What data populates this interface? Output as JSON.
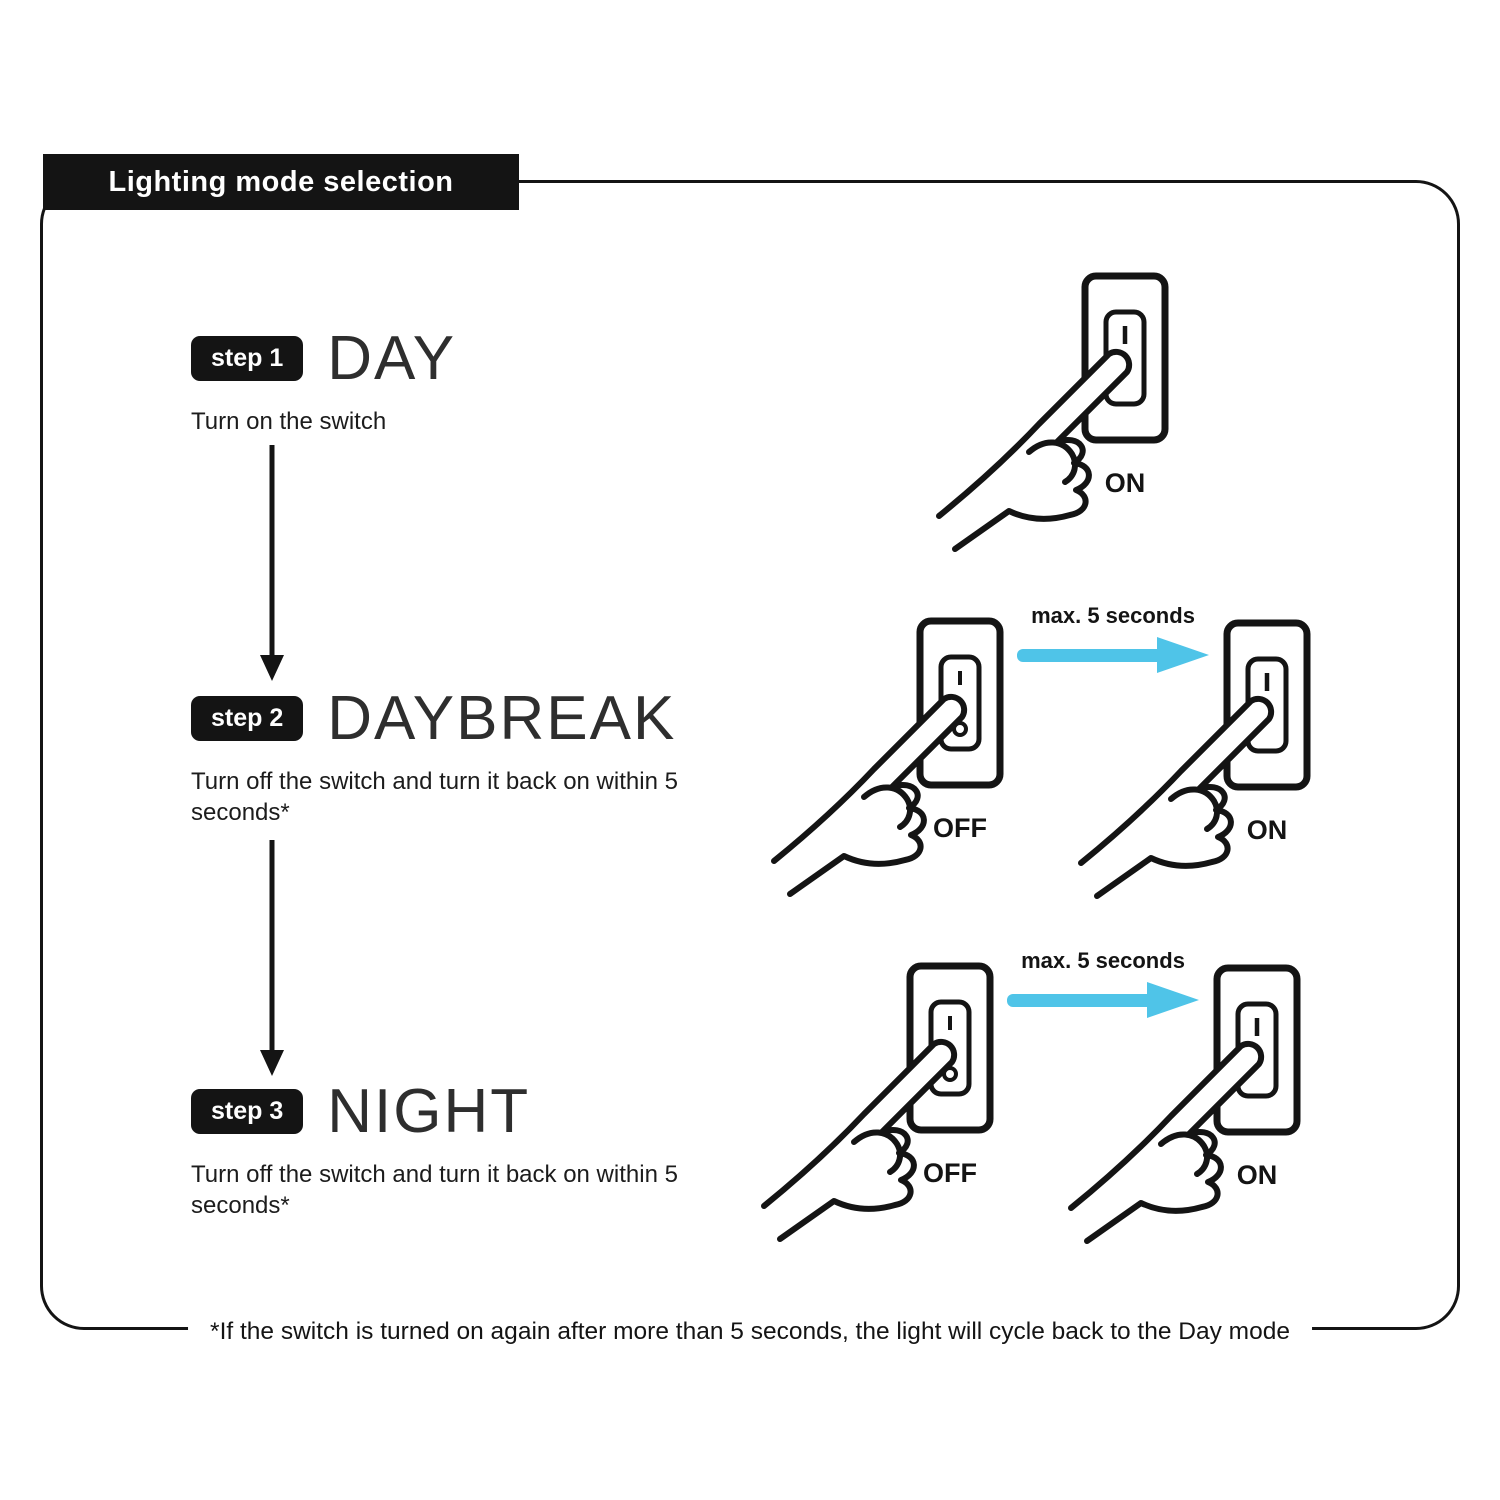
{
  "title": "Lighting mode selection",
  "footnote": "*If the switch is turned on again after more than 5 seconds, the light will cycle back to the Day mode",
  "steps": [
    {
      "badge": "step 1",
      "name": "DAY",
      "description": "Turn on the switch",
      "switch_on_label": "ON"
    },
    {
      "badge": "step 2",
      "name": "DAYBREAK",
      "description": "Turn off the switch and turn it back on within 5 seconds*",
      "arrow_label": "max. 5 seconds",
      "switch_off_label": "OFF",
      "switch_on_label": "ON"
    },
    {
      "badge": "step 3",
      "name": "NIGHT",
      "description": "Turn off the switch and turn it back on within 5 seconds*",
      "arrow_label": "max. 5 seconds",
      "switch_off_label": "OFF",
      "switch_on_label": "ON"
    }
  ],
  "colors": {
    "accent_arrow": "#4fc4e8",
    "ink": "#141414",
    "badge_background": "#141414"
  }
}
